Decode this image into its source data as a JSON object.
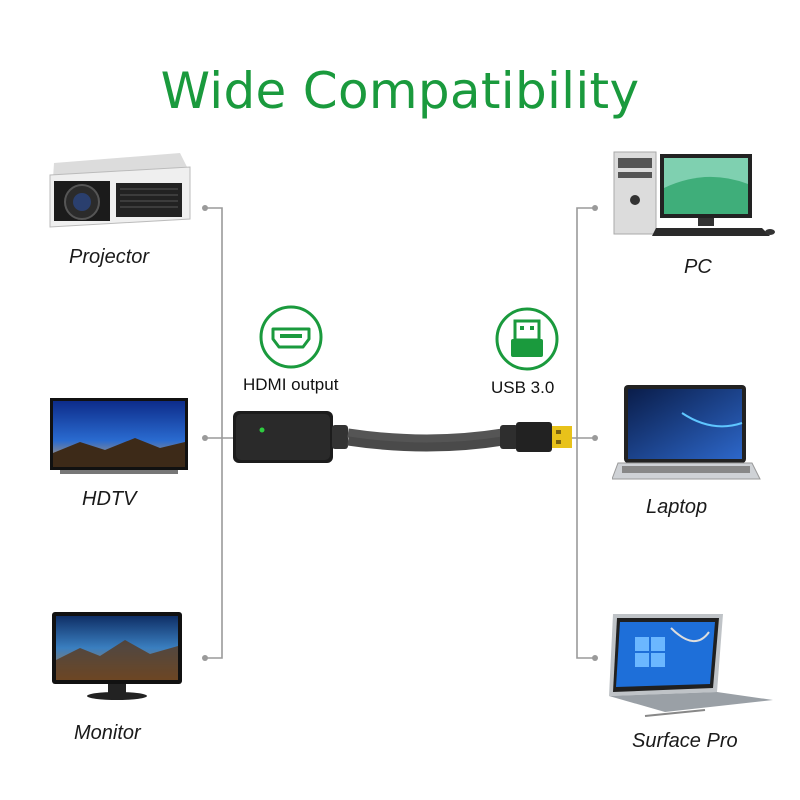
{
  "title": "Wide Compatibility",
  "left_devices": [
    "Projector",
    "HDTV",
    "Monitor"
  ],
  "right_devices": [
    "PC",
    "Laptop",
    "Surface Pro"
  ],
  "ports": {
    "hdmi": "HDMI output",
    "usb": "USB 3.0"
  },
  "colors": {
    "accent": "#1a9a3d",
    "connector_tip": "#e8c21a"
  }
}
